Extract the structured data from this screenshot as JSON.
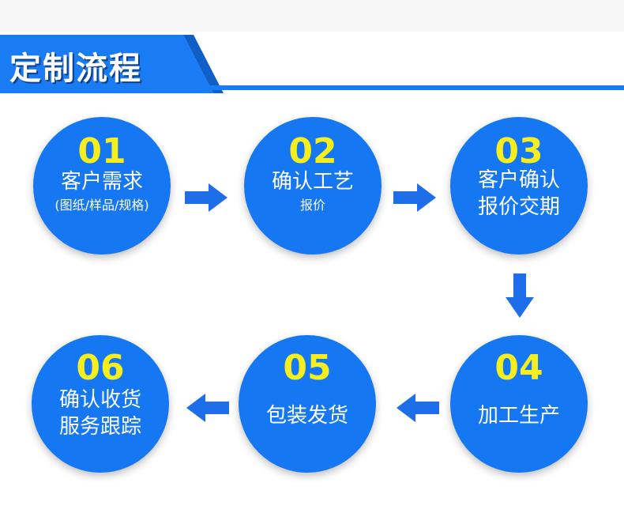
{
  "header": {
    "title": "定制流程"
  },
  "colors": {
    "circle": "#1677f2",
    "number": "#f7ee1e",
    "arrow": "#1d6ee8",
    "header": "#1a7cf5"
  },
  "steps": [
    {
      "num": "01",
      "label": "客户需求",
      "sub": "(图纸/样品/规格)"
    },
    {
      "num": "02",
      "label": "确认工艺",
      "sub": "报价"
    },
    {
      "num": "03",
      "label": "客户确认",
      "label2": "报价交期"
    },
    {
      "num": "04",
      "label": "加工生产"
    },
    {
      "num": "05",
      "label": "包装发货"
    },
    {
      "num": "06",
      "label": "确认收货",
      "label2": "服务跟踪"
    }
  ]
}
